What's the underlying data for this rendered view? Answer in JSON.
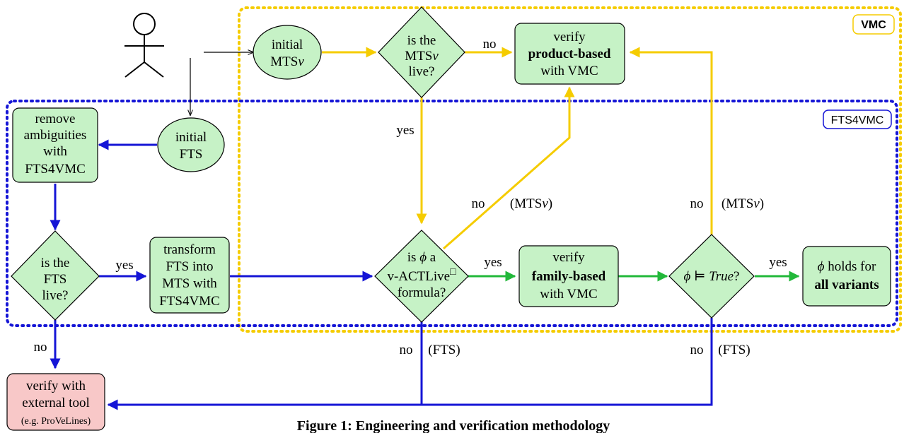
{
  "regions": {
    "vmc": {
      "label": "VMC",
      "color": "#f5cc00"
    },
    "fts4vmc": {
      "label": "FTS4VMC",
      "color": "#1515d6"
    }
  },
  "colors": {
    "yellow": "#f5cc00",
    "blue": "#1515d6",
    "green": "#22b83a",
    "node_fill": "#c6f2c6",
    "error_fill": "#f8c8c8"
  },
  "nodes": {
    "initial_mtsv": {
      "line1": "initial",
      "line2": "MTS",
      "line2_italic": "v"
    },
    "is_mtsv_live": {
      "line1": "is the",
      "line2": "MTS",
      "line2_italic": "v",
      "line3": "live?"
    },
    "verify_product": {
      "line1": "verify",
      "line2": "product-based",
      "line3": "with VMC"
    },
    "initial_fts": {
      "line1": "initial",
      "line2": "FTS"
    },
    "remove_ambiguities": {
      "line1": "remove",
      "line2": "ambiguities",
      "line3": "with",
      "line4": "FTS4VMC"
    },
    "is_fts_live": {
      "line1": "is the",
      "line2": "FTS",
      "line3": "live?"
    },
    "transform": {
      "line1": "transform",
      "line2": "FTS into",
      "line3": "MTS with",
      "line4": "FTS4VMC"
    },
    "is_phi_formula": {
      "line1_pre": "is ",
      "line1_phi": "ϕ",
      "line1_post": " a",
      "line2": "v-ACTLive",
      "line2_sup": "□",
      "line3": "formula?"
    },
    "verify_family": {
      "line1": "verify",
      "line2": "family-based",
      "line3": "with VMC"
    },
    "phi_true": {
      "phi": "ϕ",
      "models": " ⊨ ",
      "true_word": "True",
      "q": "?"
    },
    "holds_all": {
      "line1_phi": "ϕ",
      "line1_post": " holds for",
      "line2": "all variants"
    },
    "external_tool": {
      "line1": "verify with",
      "line2": "external tool",
      "line3": "(e.g. ProVeLines)"
    }
  },
  "edge_labels": {
    "no": "no",
    "yes": "yes",
    "mtsv_open": "(MTS",
    "mtsv_v": "v",
    "mtsv_close": ")",
    "fts": "(FTS)"
  },
  "caption": "Figure 1: Engineering and verification methodology"
}
